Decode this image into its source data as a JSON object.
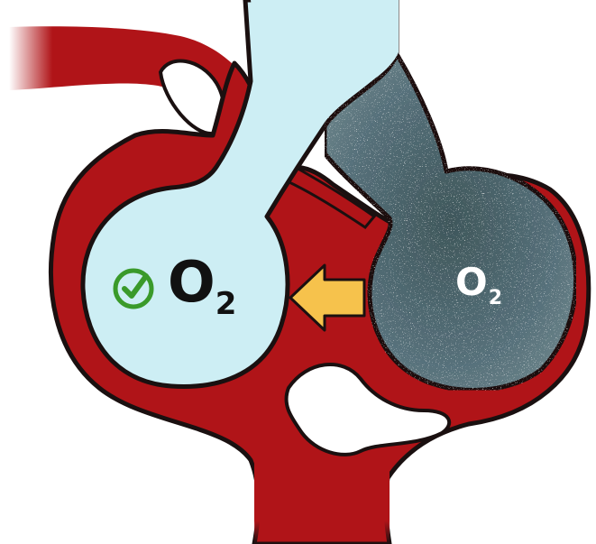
{
  "labels": {
    "healthy_gas": "O",
    "healthy_gas_sub": "2",
    "affected_gas": "O",
    "affected_gas_sub": "2"
  },
  "icons": {
    "check": "check-circle-icon",
    "arrow": "arrow-left-icon"
  },
  "colors": {
    "vessel_red": "#b01418",
    "outline": "#1a1010",
    "alveolus_light": "#cdeef4",
    "alveolus_dark": "#4d6468",
    "check_green": "#3a9a2a",
    "arrow_yellow": "#f6c24c"
  }
}
